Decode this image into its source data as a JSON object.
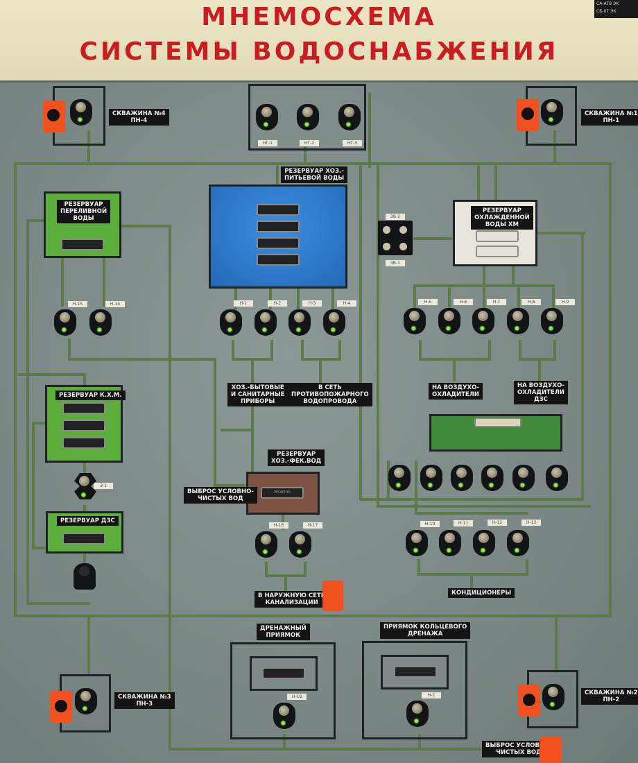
{
  "header": {
    "title_line1": "МНЕМОСХЕМА",
    "title_line2": "СИСТЕМЫ ВОДОСНАБЖЕНИЯ",
    "corner_plate": "СА-АТ8 ЭК\nСБ-07 ЭК"
  },
  "labels": {
    "well4": "СКВАЖИНА №4\nПН-4",
    "well1": "СКВАЖИНА №1\nПН-1",
    "well3": "СКВАЖИНА №3\nПН-3",
    "well2": "СКВАЖИНА №2\nПН-2",
    "potable": "РЕЗЕРВУАР ХОЗ.-\nПИТЬЕВОЙ ВОДЫ",
    "overflow": "РЕЗЕРВУАР\nПЕРЕЛИВНОЙ\nВОДЫ",
    "chilled": "РЕЗЕРВУАР\nОХЛАЖДЕННОЙ\nВОДЫ ХМ",
    "kxm": "РЕЗЕРВУАР К.Х.М.",
    "dzs": "РЕЗЕРВУАР ДЗС",
    "household": "ХОЗ.-БЫТОВЫЕ\nИ САНИТАРНЫЕ\nПРИБОРЫ",
    "fire": "В СЕТЬ\nПРОТИВОПОЖАРНОГО\nВОДОПРОВОДА",
    "air1": "НА ВОЗДУХО-\nОХЛАДИТЕЛИ",
    "air2": "НА ВОЗДУХО-\nОХЛАДИТЕЛИ\nДЗС",
    "sewage_res": "РЕЗЕРВУАР\nХОЗ.-ФЕК.ВОД",
    "discharge1": "ВЫБРОС УСЛОВНО-\nЧИСТЫХ ВОД",
    "outer_sewer": "В НАРУЖНУЮ СЕТЬ\nКАНАЛИЗАЦИИ",
    "ac": "КОНДИЦИОНЕРЫ",
    "drain_pit": "ДРЕНАЖНЫЙ\nПРИЯМОК",
    "ring_drain": "ПРИЯМОК КОЛЬЦЕВОГО\nДРЕНАЖА",
    "discharge2": "ВЫБРОС УСЛОВНО-\nЧИСТЫХ ВОД"
  },
  "tags": {
    "h15": "Н-15",
    "h14": "Н-14",
    "h1": "Н-1",
    "h2": "Н-2",
    "h3": "Н-3",
    "h4": "Н-4",
    "h5": "Н-5",
    "h6": "Н-6",
    "h7": "Н-7",
    "h8": "Н-8",
    "h9": "Н-9",
    "h10": "Н-10",
    "h11": "Н-11",
    "h12": "Н-12",
    "h13": "Н-13",
    "h16": "Н-16",
    "h17": "Н-17",
    "h18": "Н-18",
    "h2b": "Н-2",
    "z1": "З-1",
    "top1": "НГ-1",
    "top2": "НГ-2",
    "top3": "НГ-3",
    "zv2": "ЗВ-2",
    "zv1": "ЗВ-1"
  },
  "gauges": {
    "level": "УРОВЕНЬ"
  },
  "colors": {
    "panel": "#7e8b88",
    "pipe": "#5f7a4a",
    "title_red": "#c61e22",
    "potable_blue": "#2f7fd0",
    "reservoir_green": "#5cae3c",
    "sewage_brown": "#7b5244",
    "indicator_orange": "#f1501f"
  }
}
